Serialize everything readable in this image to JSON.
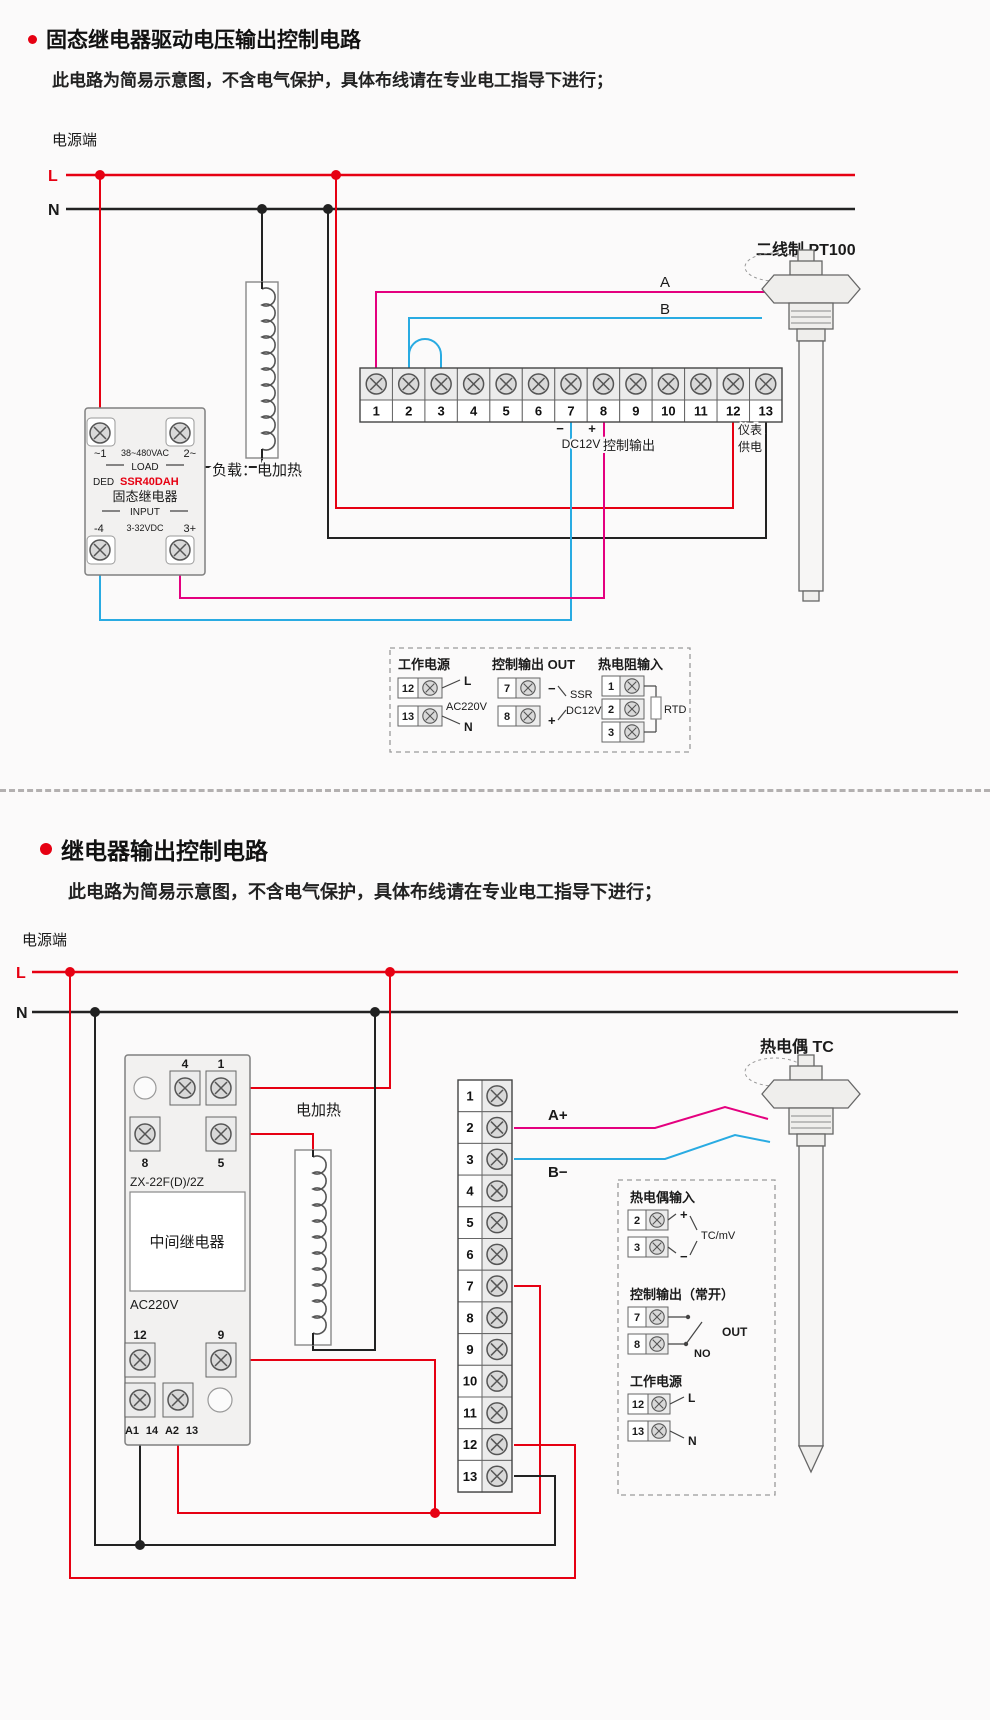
{
  "page": {
    "bg": "#fbfafa"
  },
  "section1": {
    "title": "固态继电器驱动电压输出控制电路",
    "subtitle": "此电路为简易示意图，不含电气保护，具体布线请在专业电工指导下进行；",
    "power_label": "电源端",
    "line_l": "L",
    "line_n": "N",
    "load_label": "负载：电加热",
    "sensor_label": "二线制 PT100",
    "wire_a": "A",
    "wire_b": "B",
    "ssr": {
      "pin1": "~1",
      "vac": "38~480VAC",
      "pin2": "2~",
      "load": "LOAD",
      "brand": "DED",
      "model": "SSR40DAH",
      "name": "固态继电器",
      "input": "INPUT",
      "pin4": "-4",
      "vdc": "3-32VDC",
      "pin3": "3+"
    },
    "terminals": [
      "1",
      "2",
      "3",
      "4",
      "5",
      "6",
      "7",
      "8",
      "9",
      "10",
      "11",
      "12",
      "13"
    ],
    "notes": {
      "minus": "−",
      "plus": "+",
      "dc12v": "DC12V",
      "ctrl": "控制输出",
      "meter1": "仪表",
      "meter2": "供电"
    },
    "legend": {
      "power": {
        "title": "工作电源",
        "r1n": "12",
        "r1t": "L",
        "mid": "AC220V",
        "r2n": "13",
        "r2t": "N"
      },
      "out": {
        "title": "控制输出 OUT",
        "r1n": "7",
        "r1t": "−",
        "r2n": "8",
        "r2t": "+",
        "l1": "SSR",
        "l2": "DC12V"
      },
      "rtd": {
        "title": "热电阻输入",
        "r1n": "1",
        "r2n": "2",
        "r3n": "3",
        "sym": "RTD"
      }
    }
  },
  "section2": {
    "title": "继电器输出控制电路",
    "subtitle": "此电路为简易示意图，不含电气保护，具体布线请在专业电工指导下进行；",
    "power_label": "电源端",
    "line_l": "L",
    "line_n": "N",
    "heater_label": "电加热",
    "sensor_label": "热电偶 TC",
    "wire_a": "A+",
    "wire_b": "B−",
    "relay": {
      "t4": "4",
      "t1": "1",
      "t8": "8",
      "t5": "5",
      "model": "ZX-22F(D)/2Z",
      "name": "中间继电器",
      "volt": "AC220V",
      "t12": "12",
      "t9": "9",
      "b1": "A1",
      "b2": "14",
      "b3": "A2",
      "b4": "13"
    },
    "terminals": [
      "1",
      "2",
      "3",
      "4",
      "5",
      "6",
      "7",
      "8",
      "9",
      "10",
      "11",
      "12",
      "13"
    ],
    "legend": {
      "tc": {
        "title": "热电偶输入",
        "r1n": "2",
        "r1t": "+",
        "r2n": "3",
        "r2t": "−",
        "sym": "TC/mV"
      },
      "out": {
        "title": "控制输出（常开）",
        "r1n": "7",
        "r2n": "8",
        "no": "NO",
        "out": "OUT"
      },
      "power": {
        "title": "工作电源",
        "r1n": "12",
        "r1t": "L",
        "r2n": "13",
        "r2t": "N"
      }
    }
  }
}
